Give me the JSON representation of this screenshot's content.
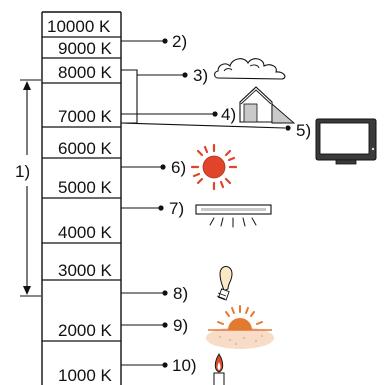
{
  "scale": {
    "ticks": [
      {
        "label": "10000 K",
        "kelvin": 10000
      },
      {
        "label": "9000 K",
        "kelvin": 9000
      },
      {
        "label": "8000 K",
        "kelvin": 8000
      },
      {
        "label": "7000 K",
        "kelvin": 7000
      },
      {
        "label": "6000 K",
        "kelvin": 6000
      },
      {
        "label": "5000 K",
        "kelvin": 5000
      },
      {
        "label": "4000 K",
        "kelvin": 4000
      },
      {
        "label": "3000 K",
        "kelvin": 3000
      },
      {
        "label": "2000 K",
        "kelvin": 2000
      },
      {
        "label": "1000 K",
        "kelvin": 1000
      }
    ]
  },
  "range": {
    "label": "1)"
  },
  "callouts": [
    {
      "label": "2)",
      "icon": "blue-sky-icon"
    },
    {
      "label": "3)",
      "icon": "cloud-icon"
    },
    {
      "label": "4)",
      "icon": "shade-icon"
    },
    {
      "label": "5)",
      "icon": "tv-screen-icon"
    },
    {
      "label": "6)",
      "icon": "sun-icon"
    },
    {
      "label": "7)",
      "icon": "fluorescent-light-icon"
    },
    {
      "label": "8)",
      "icon": "light-bulb-icon"
    },
    {
      "label": "9)",
      "icon": "sunrise-sunset-icon"
    },
    {
      "label": "10)",
      "icon": "candle-icon"
    }
  ],
  "colors": {
    "line": "#111111",
    "sun": "#e0452b",
    "sunset": "#e47a2f",
    "candle_flame": "#d94a2a",
    "gray_fill": "#c9c9c9",
    "dark_fill": "#3a3a3a"
  }
}
